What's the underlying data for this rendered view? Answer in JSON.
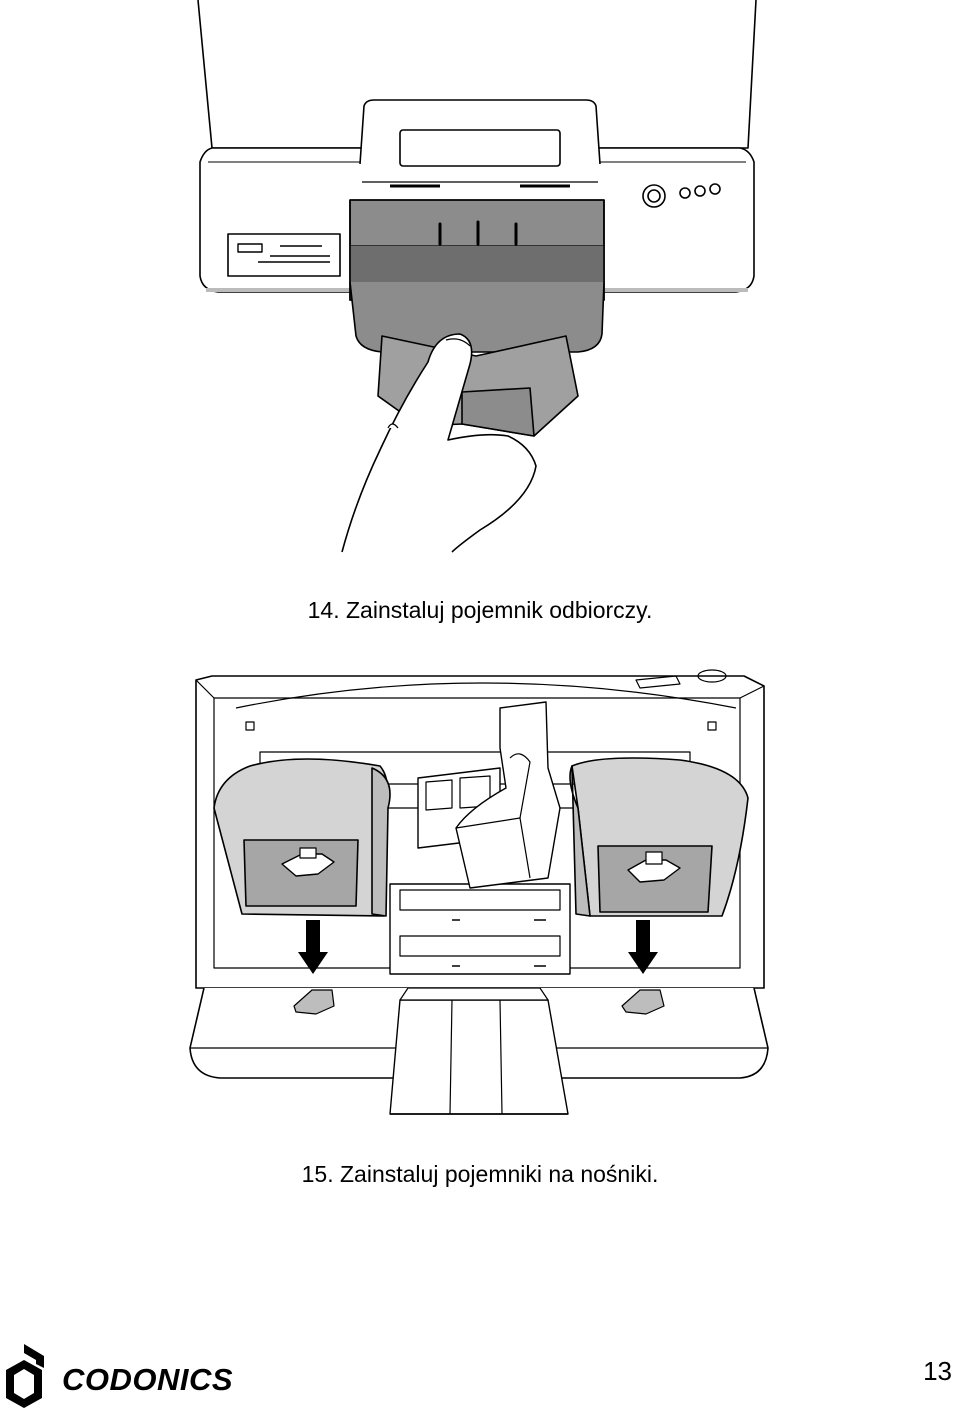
{
  "steps": [
    {
      "caption": "14.  Zainstaluj pojemnik odbiorczy."
    },
    {
      "caption": "15.  Zainstaluj pojemniki na nośniki."
    }
  ],
  "footer": {
    "brand": "CODONICS",
    "page_number": "13"
  },
  "illustration_colors": {
    "bin_dark": "#8c8c8c",
    "bin_mid": "#a6a6a6",
    "bin_light": "#bdbdbd",
    "line": "#000000"
  }
}
